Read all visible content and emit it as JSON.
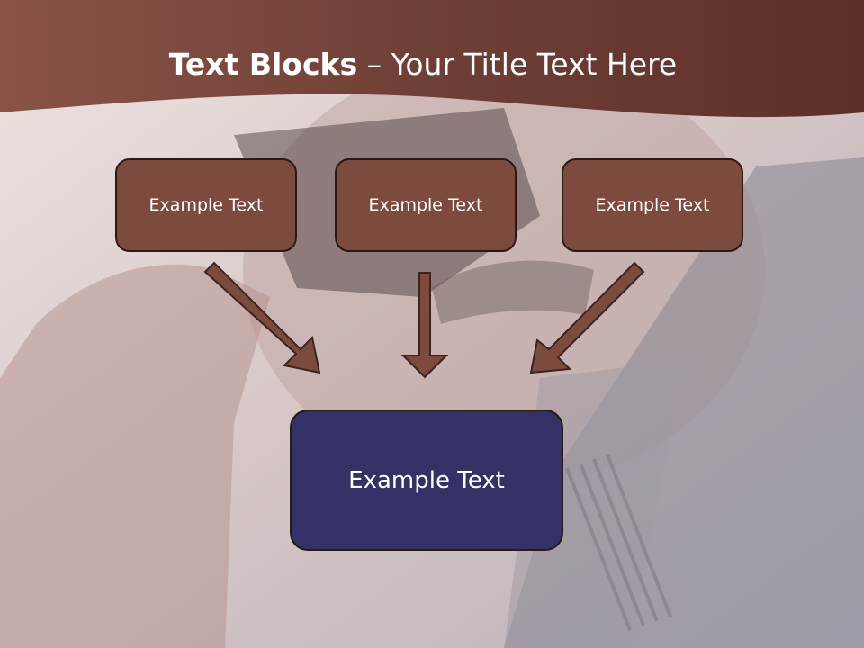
{
  "slide": {
    "title_bold": "Text Blocks",
    "title_rest": " – Your Title Text Here"
  },
  "boxes": {
    "top": [
      "Example Text",
      "Example Text",
      "Example Text"
    ],
    "bottom": "Example Text"
  },
  "colors": {
    "header": "#6b3b33",
    "box_top": "#7d4a3e",
    "box_bottom": "#333166",
    "arrow": "#7d4a3e"
  }
}
